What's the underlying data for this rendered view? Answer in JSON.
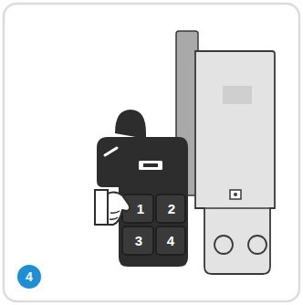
{
  "diagram": {
    "nodes": [
      {
        "text": [
          "1"
        ]
      },
      {
        "text": [
          "2"
        ]
      },
      {
        "text": [
          "3"
        ]
      },
      {
        "text": [
          "4"
        ]
      },
      {
        "text": [
          "4"
        ]
      }
    ]
  }
}
